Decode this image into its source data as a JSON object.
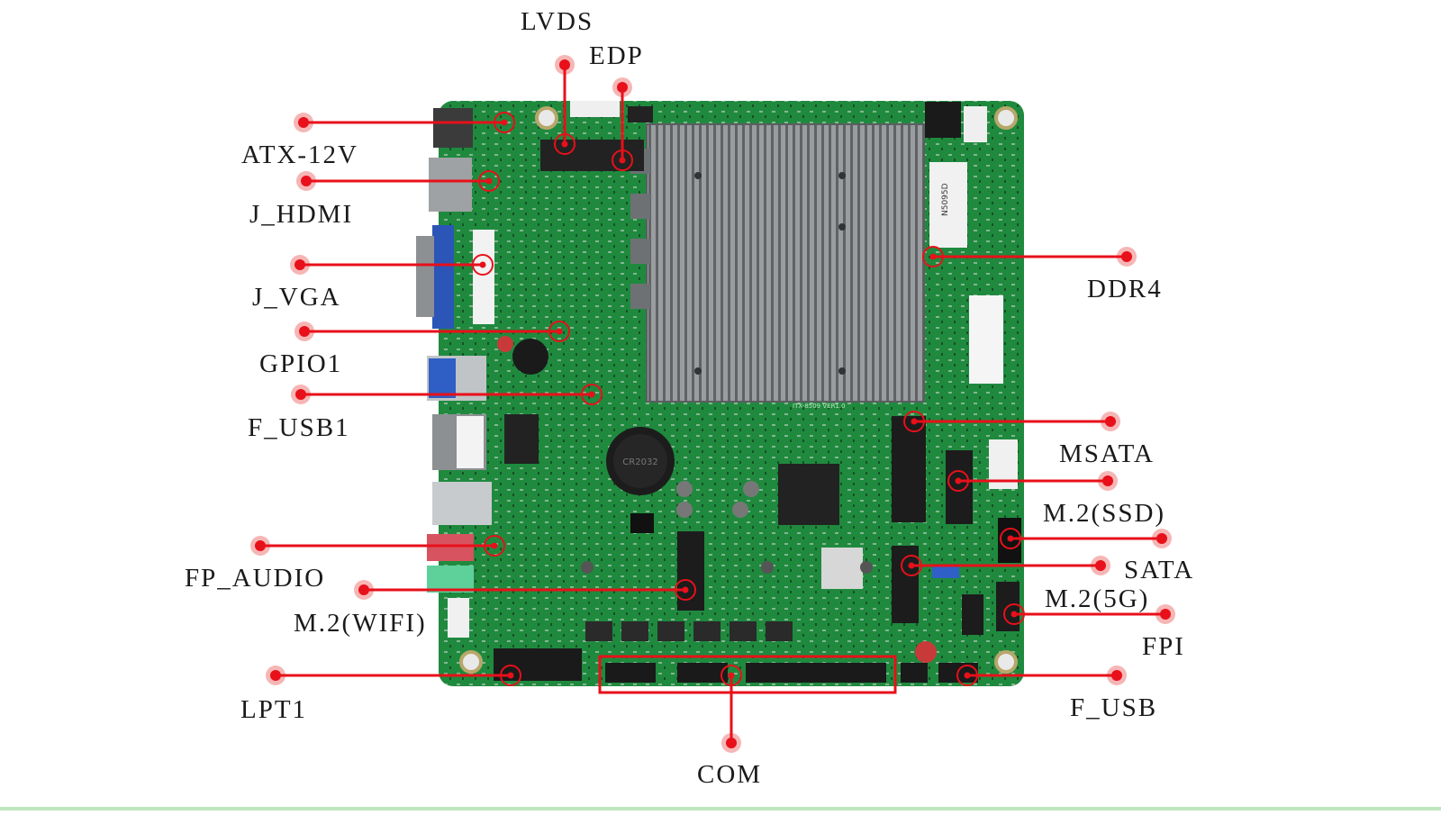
{
  "diagram": {
    "colors": {
      "callout": "#e8101a",
      "halo": "#f6b6b6",
      "pcb": "#1f8a3e",
      "pcb_dark": "#146a2c",
      "heatsink": "#8a8d90"
    },
    "labels": {
      "lvds": "LVDS",
      "edp": "EDP",
      "atx12v": "ATX-12V",
      "j_hdmi": "J_HDMI",
      "j_vga": "J_VGA",
      "gpio1": "GPIO1",
      "f_usb1": "F_USB1",
      "fp_audio": "FP_AUDIO",
      "m2_wifi": "M.2(WIFI)",
      "lpt1": "LPT1",
      "com": "COM",
      "ddr4": "DDR4",
      "msata": "MSATA",
      "m2_ssd": "M.2(SSD)",
      "sata": "SATA",
      "m2_5g": "M.2(5G)",
      "fpi": "FPI",
      "f_usb": "F_USB"
    },
    "board_silkscreen": {
      "model": "ITX-8509 VER1.0",
      "sticker_code": "N5095D",
      "battery_text": "CR2032"
    }
  }
}
